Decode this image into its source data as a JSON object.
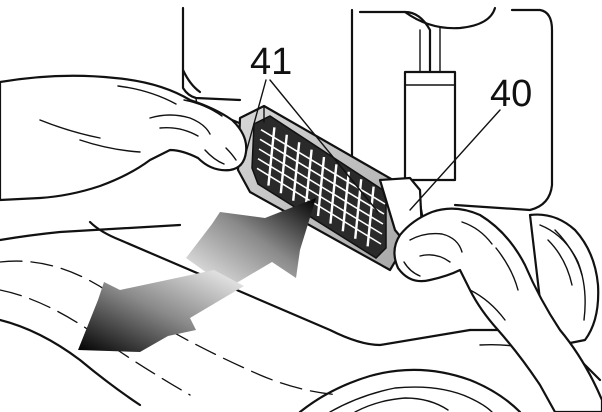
{
  "callouts": [
    {
      "id": "41",
      "text": "41"
    },
    {
      "id": "40",
      "text": "40"
    }
  ],
  "colors": {
    "ink": "#111111",
    "paper": "#ffffff",
    "filter_frame": "#bdbdbd",
    "mesh_dark": "#2a2a2a",
    "arrow_dark": "#000000",
    "arrow_light": "#f4f4f4"
  },
  "filter_mesh": {
    "rows": 10,
    "columns": 6
  }
}
